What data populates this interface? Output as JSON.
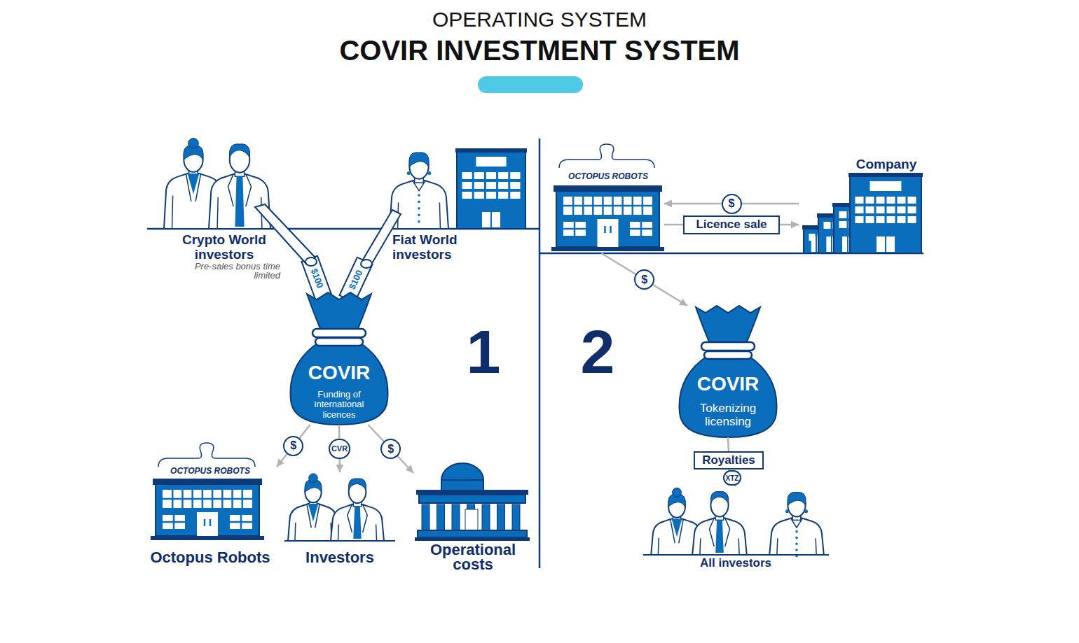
{
  "diagram": {
    "title": "COVIR INVESTMENT SYSTEM",
    "nodes": [
      {
        "text": [
          "Crypto World investors",
          "Pre-sales bonus time limited"
        ]
      },
      {
        "text": [
          "Fiat World investors"
        ]
      },
      {
        "text": [
          "COVIR",
          "Funding of international licences"
        ]
      },
      {
        "text": [
          "OCTOPUS ROBOTS",
          "Octopus Robots"
        ]
      },
      {
        "text": [
          "Investors"
        ]
      },
      {
        "text": [
          "Operational costs"
        ]
      },
      {
        "text": [
          "OCTOPUS ROBOTS"
        ]
      },
      {
        "text": [
          "Company"
        ]
      },
      {
        "text": [
          "COVIR",
          "Tokenizing licensing"
        ]
      },
      {
        "text": [
          "Royalties"
        ]
      },
      {
        "text": [
          "All investors"
        ]
      }
    ],
    "edges": [
      {
        "from": 2,
        "to": 3,
        "label": "$",
        "arrow": "to"
      },
      {
        "from": 2,
        "to": 4,
        "label": "CVR",
        "arrow": "to"
      },
      {
        "from": 2,
        "to": 5,
        "label": "$",
        "arrow": "to"
      },
      {
        "from": 7,
        "to": 6,
        "label": "$",
        "arrow": "to"
      },
      {
        "from": 6,
        "to": 7,
        "label": "Licence sale",
        "arrow": "to"
      },
      {
        "from": 6,
        "to": 8,
        "label": "$",
        "arrow": "to"
      },
      {
        "from": 8,
        "to": 9,
        "arrow": "none"
      },
      {
        "from": 9,
        "to": 10,
        "label": "XTZ",
        "arrow": "none"
      }
    ],
    "labels": [
      "OPERATING SYSTEM",
      "$100",
      "$100",
      "1",
      "2"
    ]
  }
}
